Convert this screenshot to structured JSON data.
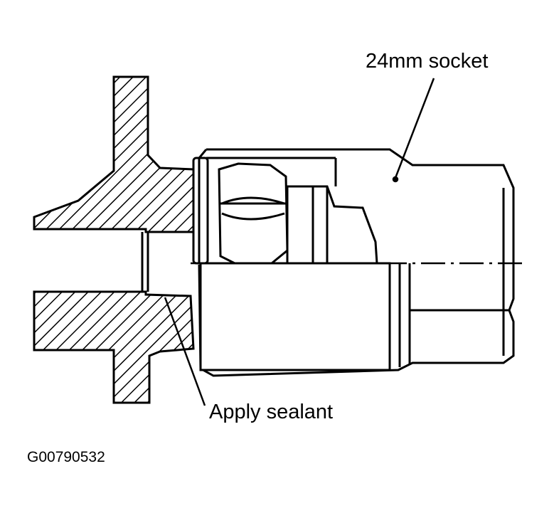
{
  "labels": {
    "socket": "24mm socket",
    "sealant": "Apply sealant",
    "figure_code": "G00790532"
  },
  "colors": {
    "ink": "#000000",
    "paper": "#ffffff"
  }
}
